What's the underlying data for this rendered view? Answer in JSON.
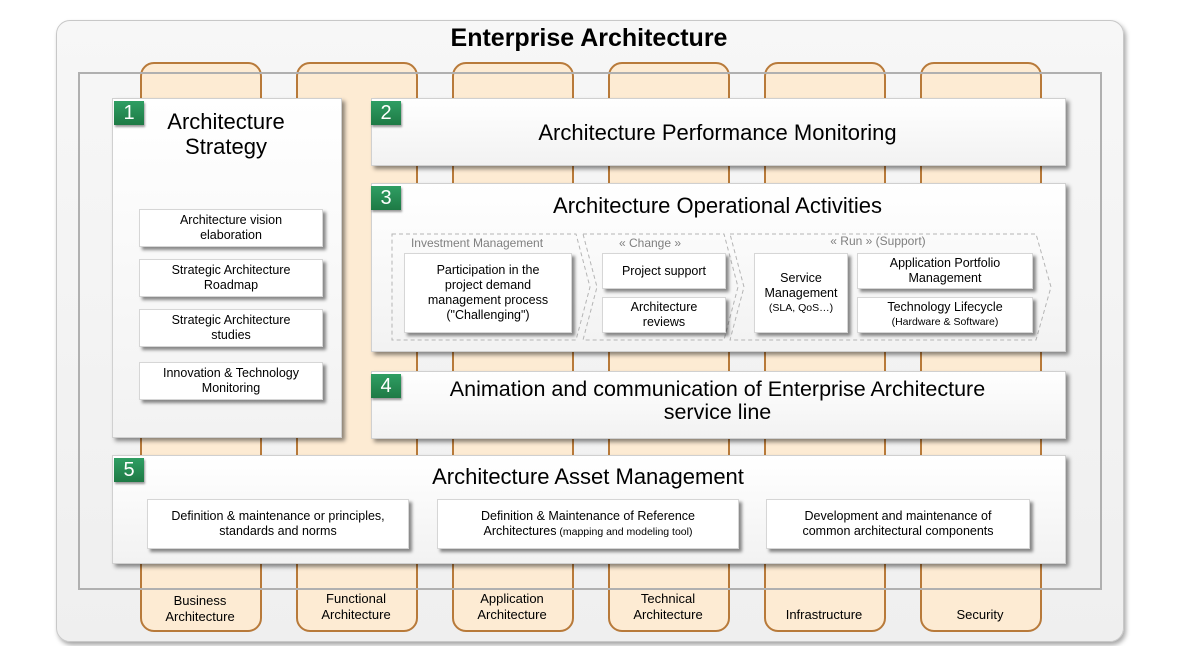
{
  "title": "Enterprise Architecture",
  "columns": [
    {
      "line1": "Business",
      "line2": "Architecture"
    },
    {
      "line1": "Functional",
      "line2": "Architecture"
    },
    {
      "line1": "Application",
      "line2": "Architecture"
    },
    {
      "line1": "Technical",
      "line2": "Architecture"
    },
    {
      "line1": "Infrastructure",
      "line2": ""
    },
    {
      "line1": "Security",
      "line2": ""
    }
  ],
  "panels": {
    "strategy": {
      "number": "1",
      "title_line1": "Architecture",
      "title_line2": "Strategy",
      "items": [
        {
          "line1": "Architecture vision",
          "line2": "elaboration"
        },
        {
          "line1": "Strategic Architecture",
          "line2": "Roadmap"
        },
        {
          "line1": "Strategic Architecture",
          "line2": "studies"
        },
        {
          "line1": "Innovation & Technology",
          "line2": "Monitoring"
        }
      ]
    },
    "performance": {
      "number": "2",
      "title": "Architecture Performance Monitoring"
    },
    "operational": {
      "number": "3",
      "title": "Architecture Operational Activities",
      "stages": {
        "investment": {
          "label": "Investment Management",
          "box": {
            "line1": "Participation in the",
            "line2": "project demand",
            "line3": "management process",
            "line4": "(\"Challenging\")"
          }
        },
        "change": {
          "label": "« Change »",
          "box1": "Project support",
          "box2": {
            "line1": "Architecture",
            "line2": "reviews"
          }
        },
        "run": {
          "label": "« Run » (Support)",
          "service": {
            "line1": "Service",
            "line2": "Management",
            "line3": "(SLA, QoS…)"
          },
          "portfolio": {
            "line1": "Application Portfolio",
            "line2": "Management"
          },
          "lifecycle": {
            "line1": "Technology Lifecycle",
            "line2": "(Hardware & Software)"
          }
        }
      }
    },
    "animation": {
      "number": "4",
      "title_line1": "Animation and communication of Enterprise Architecture",
      "title_line2": "service line"
    },
    "asset": {
      "number": "5",
      "title": "Architecture Asset Management",
      "items": [
        {
          "line1": "Definition & maintenance or principles,",
          "line2": "standards and norms",
          "suffix": ""
        },
        {
          "line1": "Definition & Maintenance of  Reference",
          "line2": "Architectures",
          "suffix": " (mapping and modeling tool)"
        },
        {
          "line1": "Development  and maintenance of",
          "line2": "common architectural components",
          "suffix": ""
        }
      ]
    }
  },
  "colors": {
    "column_fill": "#fdebd3",
    "column_border": "#b87a3a",
    "badge": "#1e7a45"
  }
}
